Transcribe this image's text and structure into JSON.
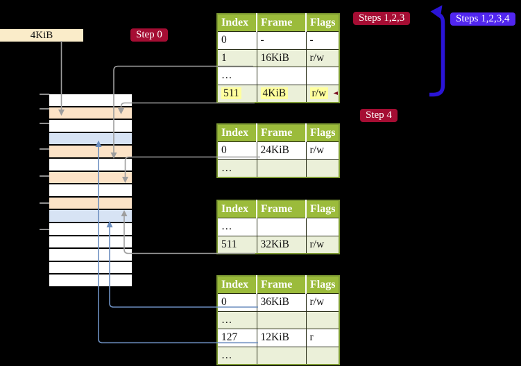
{
  "figure": {
    "page_size_label": "4KiB",
    "badges": {
      "step0": "Step 0",
      "steps_123": "Steps 1,2,3",
      "steps_1234": "Steps 1,2,3,4",
      "step4": "Step 4"
    },
    "colors": {
      "table_header_green": "#9bbb3b",
      "table_row_alt_green": "#ebf0d9",
      "table_border_olive": "#7e9b33",
      "highlight_yellow": "#ffff9e",
      "physical_page_peach": "#fce3c7",
      "physical_page_blue": "#d7e3f4",
      "label_box_cream": "#faecc9",
      "badge_red": "#a50d33",
      "badge_blue": "#5126f0",
      "big_arrow_blue": "#2a14d6",
      "connector_gray": "#9e9e9e",
      "connector_blue": "#6c8ebf"
    },
    "memory_stack": {
      "rows": [
        "white",
        "peach",
        "white",
        "blue",
        "peach",
        "white",
        "peach",
        "white",
        "peach",
        "blue",
        "white",
        "white",
        "white",
        "white",
        "white"
      ]
    },
    "tables": [
      {
        "headers": [
          "Index",
          "Frame",
          "Flags"
        ],
        "rows": [
          {
            "cells": [
              "0",
              "-",
              "-"
            ],
            "highlight": false
          },
          {
            "cells": [
              "1",
              "16KiB",
              "r/w"
            ],
            "highlight": false
          },
          {
            "cells": [
              "…",
              "",
              ""
            ],
            "highlight": false
          },
          {
            "cells": [
              "511",
              "4KiB",
              "r/w"
            ],
            "highlight": true
          }
        ]
      },
      {
        "headers": [
          "Index",
          "Frame",
          "Flags"
        ],
        "rows": [
          {
            "cells": [
              "0",
              "24KiB",
              "r/w"
            ],
            "highlight": false
          },
          {
            "cells": [
              "…",
              "",
              ""
            ],
            "highlight": false
          }
        ]
      },
      {
        "headers": [
          "Index",
          "Frame",
          "Flags"
        ],
        "rows": [
          {
            "cells": [
              "…",
              "",
              ""
            ],
            "highlight": false
          },
          {
            "cells": [
              "511",
              "32KiB",
              "r/w"
            ],
            "highlight": false
          }
        ]
      },
      {
        "headers": [
          "Index",
          "Frame",
          "Flags"
        ],
        "rows": [
          {
            "cells": [
              "0",
              "36KiB",
              "r/w"
            ],
            "highlight": false
          },
          {
            "cells": [
              "…",
              "",
              ""
            ],
            "highlight": false
          },
          {
            "cells": [
              "127",
              "12KiB",
              "r"
            ],
            "highlight": false
          },
          {
            "cells": [
              "…",
              "",
              ""
            ],
            "highlight": false
          }
        ]
      }
    ]
  }
}
